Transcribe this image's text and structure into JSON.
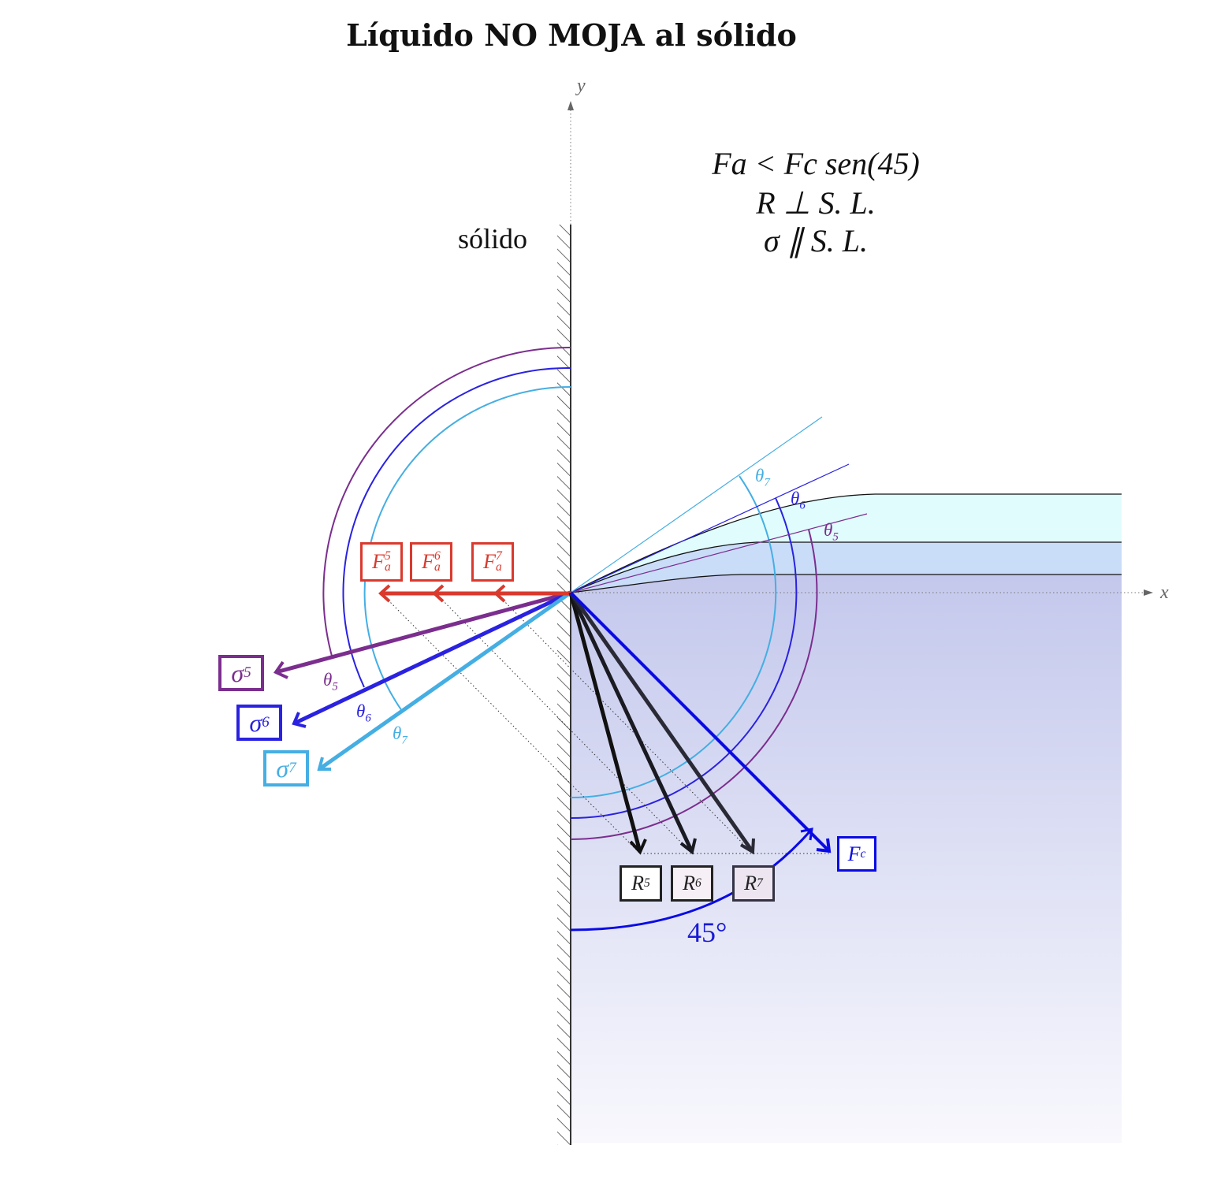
{
  "title": "Líquido NO MOJA al sólido",
  "equations": {
    "line1": "Fa < Fc sen(45)",
    "line2": "R ⊥ S. L.",
    "line3": "σ ∥ S. L."
  },
  "solid_label": "sólido",
  "axes": {
    "x": "x",
    "y": "y"
  },
  "forces": {
    "adhesion": [
      {
        "symbol": "F",
        "sub": "a",
        "sup": "5"
      },
      {
        "symbol": "F",
        "sub": "a",
        "sup": "6"
      },
      {
        "symbol": "F",
        "sub": "a",
        "sup": "7"
      }
    ],
    "tension": [
      {
        "symbol": "σ",
        "sub": "5"
      },
      {
        "symbol": "σ",
        "sub": "6"
      },
      {
        "symbol": "σ",
        "sub": "7"
      }
    ],
    "resultant": [
      {
        "symbol": "R",
        "sub": "5"
      },
      {
        "symbol": "R",
        "sub": "6"
      },
      {
        "symbol": "R",
        "sub": "7"
      }
    ],
    "cohesion": {
      "symbol": "F",
      "sub": "c"
    }
  },
  "contact_angles": [
    {
      "symbol": "θ",
      "sub": "5"
    },
    {
      "symbol": "θ",
      "sub": "6"
    },
    {
      "symbol": "θ",
      "sub": "7"
    }
  ],
  "cohesion_angle": "45°",
  "colors": {
    "case5": "#7b2e8e",
    "case6": "#2a22e0",
    "case7": "#45aee3",
    "adhesion": "#d93a2e",
    "cohesion": "#0a0ae6",
    "resultant": "#111111",
    "liquid": "#c4c8ec"
  }
}
